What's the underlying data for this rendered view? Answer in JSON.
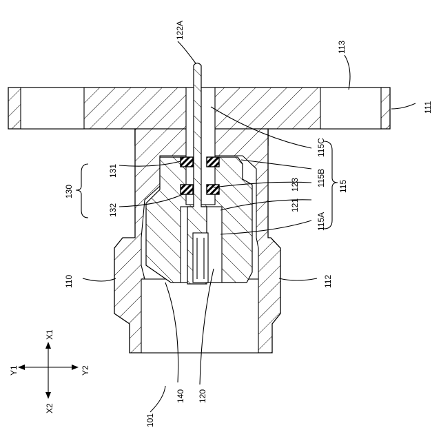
{
  "figure": {
    "labels": {
      "l101": "101",
      "l110": "110",
      "l111": "111",
      "l112": "112",
      "l113": "113",
      "l115": "115",
      "l115A": "115A",
      "l115B": "115B",
      "l115C": "115C",
      "l120": "120",
      "l121": "121",
      "l122A": "122A",
      "l123": "123",
      "l130": "130",
      "l131": "131",
      "l132": "132",
      "l140": "140"
    },
    "axes": {
      "x1": "X1",
      "x2": "X2",
      "y1": "Y1",
      "y2": "Y2"
    }
  }
}
